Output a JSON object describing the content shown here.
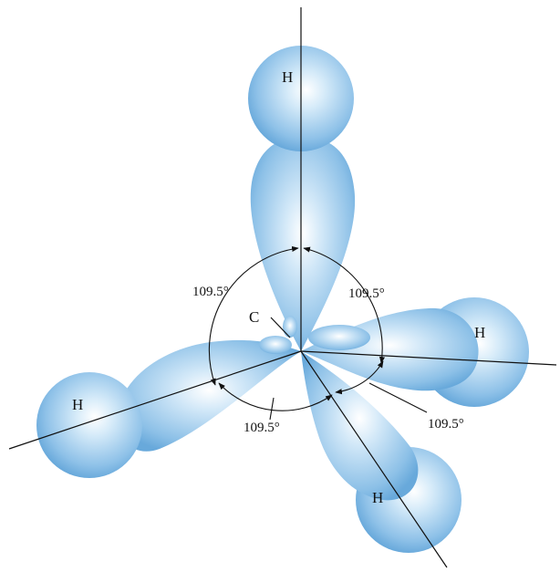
{
  "molecule": {
    "central_atom": "C",
    "terminal_atoms": [
      "H",
      "H",
      "H",
      "H"
    ]
  },
  "angles": [
    "109.5°",
    "109.5°",
    "109.5°",
    "109.5°"
  ],
  "colors": {
    "orbital_fill": "#7fb7e3",
    "orbital_highlight": "#ffffff",
    "line": "#111111"
  }
}
